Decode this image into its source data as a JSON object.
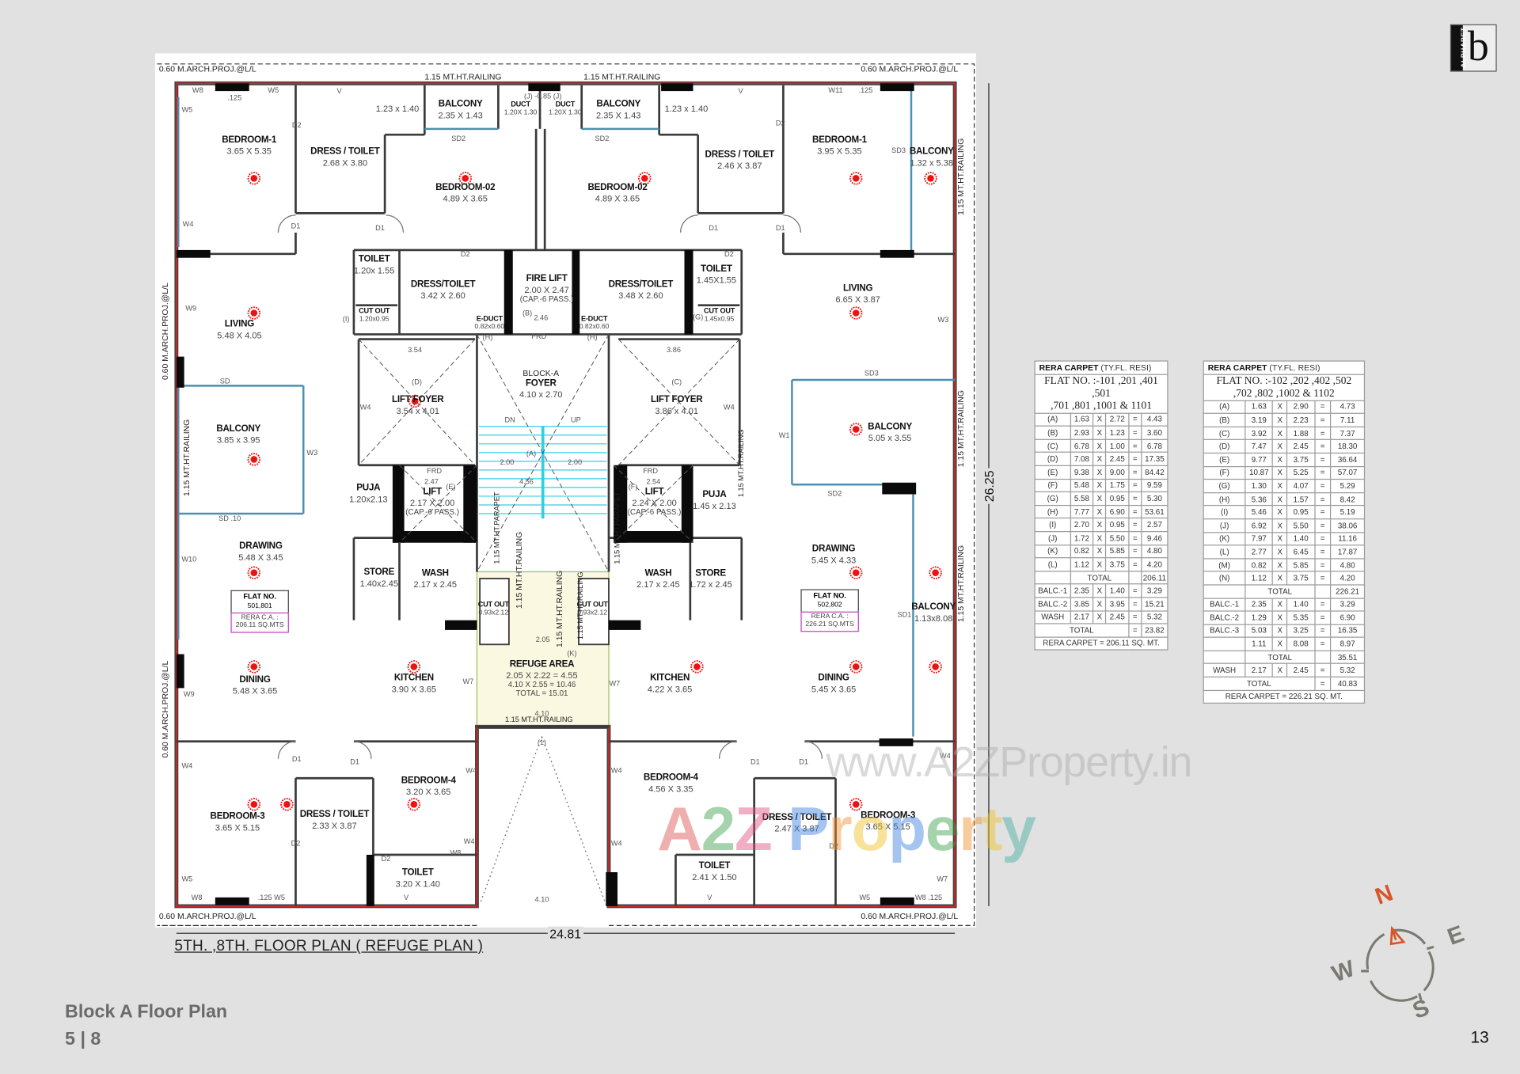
{
  "header": {
    "logo_text": "ALPHABET",
    "logo_letter": "b"
  },
  "plan": {
    "title": "5TH. ,8TH. FLOOR PLAN ( REFUGE PLAN )",
    "overall_width": "24.81",
    "overall_height": "26.25",
    "rooms": [
      {
        "name": "BEDROOM-1",
        "dims": "3.65 X 5.35"
      },
      {
        "name": "DRESS / TOILET",
        "dims": "2.68 X 3.80"
      },
      {
        "name": "",
        "dims": "1.23 x 1.40"
      },
      {
        "name": "BALCONY",
        "dims": "2.35 X 1.43"
      },
      {
        "name": "DUCT",
        "dims": "1.20X 1.30",
        "small": true
      },
      {
        "name": "DUCT",
        "dims": "1.20X 1.30",
        "small": true
      },
      {
        "name": "BEDROOM-02",
        "dims": "4.89 X 3.65"
      },
      {
        "name": "BALCONY",
        "dims": "2.35 X 1.43"
      },
      {
        "name": "BEDROOM-02",
        "dims": "4.89 X 3.65"
      },
      {
        "name": "",
        "dims": "1.23 x 1.40"
      },
      {
        "name": "DRESS / TOILET",
        "dims": "2.46 X 3.87"
      },
      {
        "name": "BEDROOM-1",
        "dims": "3.95 X 5.35"
      },
      {
        "name": "BALCONY",
        "dims": "1.32 x 5.38"
      },
      {
        "name": "TOILET",
        "dims": "1.20x 1.55"
      },
      {
        "name": "DRESS/TOILET",
        "dims": "3.42 X 2.60"
      },
      {
        "name": "FIRE LIFT",
        "dims": "2.00 X 2.47",
        "extra": [
          "(CAP.-6 PASS.)"
        ]
      },
      {
        "name": "DRESS/TOILET",
        "dims": "3.48 X 2.60"
      },
      {
        "name": "TOILET",
        "dims": "1.45X1.55"
      },
      {
        "name": "CUT OUT",
        "dims": "1.20x0.95",
        "small": true
      },
      {
        "name": "CUT OUT",
        "dims": "1.45x0.95",
        "small": true
      },
      {
        "name": "E-DUCT",
        "dims": "0.82x0.60",
        "small": true
      },
      {
        "name": "E-DUCT",
        "dims": "0.82x0.60",
        "small": true
      },
      {
        "name": "LIVING",
        "dims": "5.48 X 4.05"
      },
      {
        "name": "LIVING",
        "dims": "6.65 X 3.87"
      },
      {
        "name": "LIFT FOYER",
        "dims": "3.54 x 4.01"
      },
      {
        "pre": "BLOCK-A",
        "name": "FOYER",
        "dims": "4.10 x 2.70"
      },
      {
        "name": "LIFT FOYER",
        "dims": "3.86 x 4.01"
      },
      {
        "name": "BALCONY",
        "dims": "3.85 x 3.95"
      },
      {
        "name": "BALCONY",
        "dims": "5.05 x 3.55"
      },
      {
        "name": "PUJA",
        "dims": "1.20x2.13"
      },
      {
        "name": "LIFT",
        "dims": "2.17 X 2.00",
        "extra": [
          "(CAP.-6 PASS.)"
        ]
      },
      {
        "name": "LIFT",
        "dims": "2.24 X 2.00",
        "extra": [
          "(CAP.-6 PASS.)"
        ]
      },
      {
        "name": "PUJA",
        "dims": "1.45 x 2.13"
      },
      {
        "name": "DRAWING",
        "dims": "5.48 X 3.45"
      },
      {
        "name": "DRAWING",
        "dims": "5.45 X 4.33"
      },
      {
        "name": "STORE",
        "dims": "1.40x2.45"
      },
      {
        "name": "WASH",
        "dims": "2.17 x 2.45"
      },
      {
        "name": "WASH",
        "dims": "2.17 x 2.45"
      },
      {
        "name": "STORE",
        "dims": "1.72 x 2.45"
      },
      {
        "name": "CUT OUT",
        "dims": "0.93x2.12",
        "small": true
      },
      {
        "name": "CUT OUT",
        "dims": "0.93x2.12",
        "small": true
      },
      {
        "name": "BALCONY",
        "dims": "1.13x8.08"
      },
      {
        "name": "REFUGE AREA",
        "dims": "2.05 X 2.22 = 4.55",
        "extra": [
          "4.10 X 2.55 = 10.46",
          "TOTAL = 15.01"
        ]
      },
      {
        "name": "KITCHEN",
        "dims": "3.90 X 3.65"
      },
      {
        "name": "KITCHEN",
        "dims": "4.22 X 3.65"
      },
      {
        "name": "DINING",
        "dims": "5.48 X 3.65"
      },
      {
        "name": "DINING",
        "dims": "5.45 X 3.65"
      },
      {
        "name": "BEDROOM-4",
        "dims": "3.20 X 3.65"
      },
      {
        "name": "BEDROOM-4",
        "dims": "4.56 X 3.35"
      },
      {
        "name": "BEDROOM-3",
        "dims": "3.65 X 5.15"
      },
      {
        "name": "DRESS / TOILET",
        "dims": "2.33 X 3.87"
      },
      {
        "name": "DRESS / TOILET",
        "dims": "2.47 X 3.87"
      },
      {
        "name": "BEDROOM-3",
        "dims": "3.65 X 5.15"
      },
      {
        "name": "TOILET",
        "dims": "3.20 X 1.40"
      },
      {
        "name": "TOILET",
        "dims": "2.41 X 1.50"
      }
    ],
    "flat_tags": [
      {
        "label": "FLAT NO.",
        "flats": "501,801",
        "rera_label": "RERA C.A. :",
        "area": "206.11 SQ.MTS"
      },
      {
        "label": "FLAT NO.",
        "flats": "502,802",
        "rera_label": "RERA C.A. :",
        "area": "226.21 SQ.MTS"
      }
    ],
    "side_labels": [
      "0.60 M.ARCH.PROJ.@L/L",
      "0.60 M.ARCH.PROJ.@L/L",
      "0.60 M.ARCH.PROJ.@L/L",
      "0.60 M.ARCH.PROJ.@L/L",
      "0.60 M.ARCH.PROJ.@L/L",
      "0.60 M.ARCH.PROJ.@L/L",
      "1.15 MT.HT.RAILING",
      "1.15 MT.HT.RAILING",
      "1.15 MT.HT.RAILING",
      "1.15 MT.HT.RAILING",
      "1.15 MT.HT.RAILING",
      "1.15 MT.HT.RAILING",
      "1.15 MT.HT.RAILING",
      "1.15 MT.HT.RAILING",
      "1.15 MT.HT.PARAPET",
      "1.15 MT.HT.PARAPET",
      "1.15 MT.HT.RAILING",
      "1.15 MT.HT.RAILING",
      "1.15 MT.HT.RAILING"
    ],
    "annotations": [
      "W8",
      ".125",
      "W5",
      "W5",
      "W4",
      "W9",
      "D2",
      "D1",
      "D1",
      "SD2",
      "SD2",
      "W11",
      ".125",
      "D2",
      "D1",
      "D1",
      "SD3",
      "W3",
      "SD3",
      "W3",
      "SD",
      "SD .10",
      "W10",
      "W9",
      "W4",
      "W5",
      "W8",
      ".125 W5",
      "D1",
      "D1",
      "D2",
      "D2",
      "W4",
      "W4",
      "W8",
      "W7",
      "W7",
      "W4",
      "W4",
      "D1",
      "D1",
      "D2",
      "W4",
      "W7",
      "W5",
      "W8 .125",
      "(1)",
      "4.10",
      "DN",
      "UP",
      "(A)",
      "2.00",
      "2.00",
      "4.56",
      "(D)",
      "(C)",
      "(E)",
      "(F)",
      "(K)",
      "(B)",
      "(H)",
      "(H)",
      "(I)",
      "(G)",
      "3.54",
      "3.86",
      "2.46",
      "2.47",
      "2.54",
      "2.05",
      "FRD",
      "FRD",
      "FRD",
      "W4",
      "W4",
      "SD2",
      "SD1",
      "W1",
      "D2",
      "D2",
      "V",
      "V",
      "V",
      "V",
      "4.10",
      "(J) -0.85 (J)"
    ]
  },
  "tables": [
    {
      "title": "RERA CARPET",
      "subtitle": "(TY.FL. RESI)",
      "flats": [
        "FLAT NO. :-101 ,201 ,401 ,501",
        ",701 ,801 ,1001 & 1101"
      ],
      "rows": [
        {
          "c": [
            "(A)",
            "1.63",
            "X",
            "2.72",
            "=",
            "4.43"
          ]
        },
        {
          "c": [
            "(B)",
            "2.93",
            "X",
            "1.23",
            "=",
            "3.60"
          ]
        },
        {
          "c": [
            "(C)",
            "6.78",
            "X",
            "1.00",
            "=",
            "6.78"
          ]
        },
        {
          "c": [
            "(D)",
            "7.08",
            "X",
            "2.45",
            "=",
            "17.35"
          ]
        },
        {
          "c": [
            "(E)",
            "9.38",
            "X",
            "9.00",
            "=",
            "84.42"
          ]
        },
        {
          "c": [
            "(F)",
            "5.48",
            "X",
            "1.75",
            "=",
            "9.59"
          ]
        },
        {
          "c": [
            "(G)",
            "5.58",
            "X",
            "0.95",
            "=",
            "5.30"
          ]
        },
        {
          "c": [
            "(H)",
            "7.77",
            "X",
            "6.90",
            "=",
            "53.61"
          ]
        },
        {
          "c": [
            "(I)",
            "2.70",
            "X",
            "0.95",
            "=",
            "2.57"
          ]
        },
        {
          "c": [
            "(J)",
            "1.72",
            "X",
            "5.50",
            "=",
            "9.46"
          ]
        },
        {
          "c": [
            "(K)",
            "0.82",
            "X",
            "5.85",
            "=",
            "4.80"
          ]
        },
        {
          "c": [
            "(L)",
            "1.12",
            "X",
            "3.75",
            "=",
            "4.20"
          ]
        },
        {
          "sum": "TOTAL",
          "value": "206.11"
        },
        {
          "c": [
            "BALC.-1",
            "2.35",
            "X",
            "1.40",
            "=",
            "3.29"
          ]
        },
        {
          "c": [
            "BALC.-2",
            "3.85",
            "X",
            "3.95",
            "=",
            "15.21"
          ]
        },
        {
          "c": [
            "WASH",
            "2.17",
            "X",
            "2.45",
            "=",
            "5.32"
          ]
        },
        {
          "grand": "TOTAL",
          "eq": "=",
          "value": "23.82"
        }
      ],
      "footer": "RERA CARPET  = 206.11 SQ. MT."
    },
    {
      "title": "RERA CARPET",
      "subtitle": "(TY.FL. RESI)",
      "flats": [
        "FLAT NO. :-102 ,202 ,402 ,502",
        ",702 ,802 ,1002 & 1102"
      ],
      "rows": [
        {
          "c": [
            "(A)",
            "1.63",
            "X",
            "2.90",
            "=",
            "4.73"
          ]
        },
        {
          "c": [
            "(B)",
            "3.19",
            "X",
            "2.23",
            "=",
            "7.11"
          ]
        },
        {
          "c": [
            "(C)",
            "3.92",
            "X",
            "1.88",
            "=",
            "7.37"
          ]
        },
        {
          "c": [
            "(D)",
            "7.47",
            "X",
            "2.45",
            "=",
            "18.30"
          ]
        },
        {
          "c": [
            "(E)",
            "9.77",
            "X",
            "3.75",
            "=",
            "36.64"
          ]
        },
        {
          "c": [
            "(F)",
            "10.87",
            "X",
            "5.25",
            "=",
            "57.07"
          ]
        },
        {
          "c": [
            "(G)",
            "1.30",
            "X",
            "4.07",
            "=",
            "5.29"
          ]
        },
        {
          "c": [
            "(H)",
            "5.36",
            "X",
            "1.57",
            "=",
            "8.42"
          ]
        },
        {
          "c": [
            "(I)",
            "5.46",
            "X",
            "0.95",
            "=",
            "5.19"
          ]
        },
        {
          "c": [
            "(J)",
            "6.92",
            "X",
            "5.50",
            "=",
            "38.06"
          ]
        },
        {
          "c": [
            "(K)",
            "7.97",
            "X",
            "1.40",
            "=",
            "11.16"
          ]
        },
        {
          "c": [
            "(L)",
            "2.77",
            "X",
            "6.45",
            "=",
            "17.87"
          ]
        },
        {
          "c": [
            "(M)",
            "0.82",
            "X",
            "5.85",
            "=",
            "4.80"
          ]
        },
        {
          "c": [
            "(N)",
            "1.12",
            "X",
            "3.75",
            "=",
            "4.20"
          ]
        },
        {
          "sum": "TOTAL",
          "value": "226.21"
        },
        {
          "c": [
            "BALC.-1",
            "2.35",
            "X",
            "1.40",
            "=",
            "3.29"
          ]
        },
        {
          "c": [
            "BALC.-2",
            "1.29",
            "X",
            "5.35",
            "=",
            "6.90"
          ]
        },
        {
          "c": [
            "BALC.-3",
            "5.03",
            "X",
            "3.25",
            "=",
            "16.35"
          ]
        },
        {
          "c": [
            "",
            "1.11",
            "X",
            "8.08",
            "=",
            "8.97"
          ]
        },
        {
          "sum": "TOTAL",
          "value": "35.51"
        },
        {
          "c": [
            "WASH",
            "2.17",
            "X",
            "2.45",
            "=",
            "5.32"
          ]
        },
        {
          "grand": "TOTAL",
          "eq": "=",
          "value": "40.83"
        }
      ],
      "footer": "RERA CARPET  = 226.21 SQ. MT."
    }
  ],
  "watermark": {
    "url": "www.A2ZProperty.in",
    "brand": "A2Z Property",
    "brand_colors": [
      "#e05050",
      "#3aa04a",
      "#e05080",
      "#ffffff",
      "#3a7fe0",
      "#f0902a",
      "#f0c020",
      "#3a7fe0",
      "#3aa04a",
      "#f0902a",
      "#f0c020",
      "#40b0a0"
    ]
  },
  "compass": {
    "n": "N",
    "e": "E",
    "s": "S",
    "w": "W",
    "north_color": "#d9542a",
    "ring_color": "#7a7a72"
  },
  "colors": {
    "wall_outline": "#e02020",
    "window": "#4a90b0",
    "stair": "#30d0e0",
    "light_point": "#ee1111"
  },
  "footer": {
    "title": "Block A Floor Plan",
    "page_range": "5 | 8",
    "page_number": "13"
  }
}
